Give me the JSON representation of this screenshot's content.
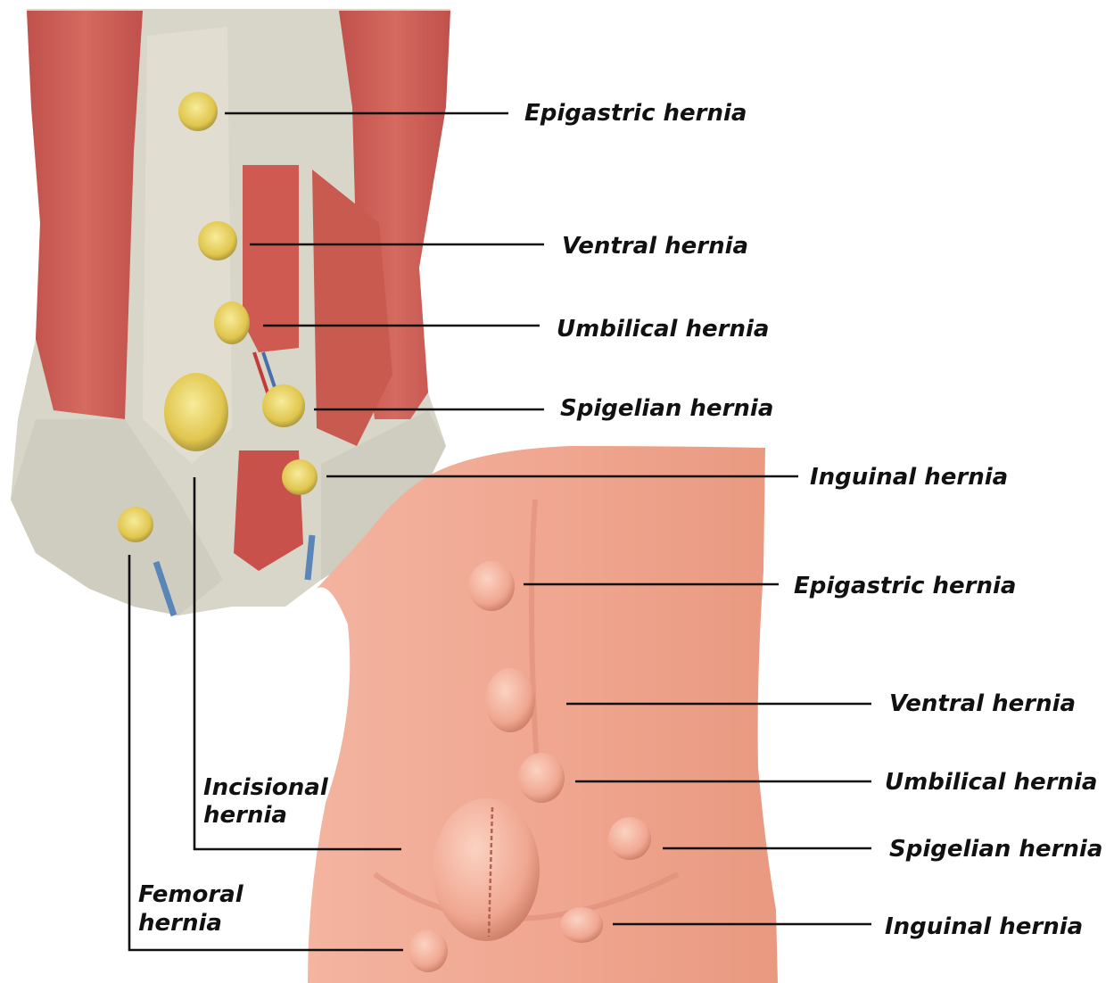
{
  "labels": {
    "muscle": {
      "epigastric": "Epigastric hernia",
      "ventral": "Ventral hernia",
      "umbilical": "Umbilical hernia",
      "spigelian": "Spigelian hernia",
      "inguinal": "Inguinal hernia"
    },
    "skin": {
      "epigastric": "Epigastric hernia",
      "ventral": "Ventral hernia",
      "umbilical": "Umbilical hernia",
      "spigelian": "Spigelian hernia",
      "inguinal": "Inguinal hernia"
    },
    "incisional": {
      "line1": "Incisional",
      "line2": "hernia"
    },
    "femoral": {
      "line1": "Femoral",
      "line2": "hernia"
    }
  },
  "colors": {
    "muscle_red": "#c9564f",
    "fascia": "#d8d6c8",
    "hernia_yellow": "#e8d35a",
    "skin": "#f0a791",
    "skin_shadow": "#d98a73",
    "leader": "#111111"
  }
}
